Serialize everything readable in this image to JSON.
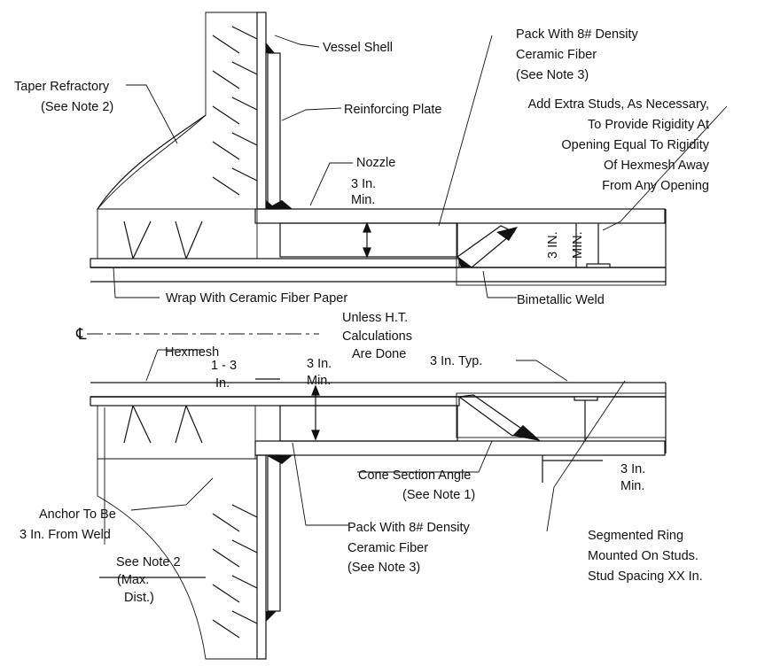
{
  "labels": {
    "vessel_shell": "Vessel Shell",
    "pack_top_1": "Pack With 8# Density",
    "pack_top_2": "Ceramic Fiber",
    "pack_top_3": "(See Note 3)",
    "taper_1": "Taper Refractory",
    "taper_2": "(See Note 2)",
    "add_studs_1": "Add Extra Studs, As Necessary,",
    "add_studs_2": "To Provide Rigidity At",
    "add_studs_3": "Opening Equal To Rigidity",
    "add_studs_4": "Of Hexmesh Away",
    "add_studs_5": "From Any Opening",
    "reinforcing_plate": "Reinforcing Plate",
    "nozzle": "Nozzle",
    "three_in_min_top_1": "3 In.",
    "three_in_min_top_2": "Min.",
    "three_in_min_vert_1": "3 IN.",
    "three_in_min_vert_2": "MIN.",
    "wrap_paper": "Wrap With Ceramic Fiber Paper",
    "bimetallic_weld": "Bimetallic Weld",
    "unless_1": "Unless H.T.",
    "unless_2": "Calculations",
    "unless_3": "Are Done",
    "centerline": "℄",
    "hexmesh": "Hexmesh",
    "one_three_1": "1 - 3",
    "one_three_2": "In.",
    "three_in_min_mid_1": "3 In.",
    "three_in_min_mid_2": "Min.",
    "three_in_typ": "3 In. Typ.",
    "cone_1": "Cone Section Angle",
    "cone_2": "(See Note 1)",
    "three_in_min_right_1": "3 In.",
    "three_in_min_right_2": "Min.",
    "anchor_1": "Anchor To Be",
    "anchor_2": "3 In. From Weld",
    "pack_bot_1": "Pack With 8# Density",
    "pack_bot_2": "Ceramic Fiber",
    "pack_bot_3": "(See Note 3)",
    "see_note2_1": "See Note 2",
    "see_note2_2": "(Max.",
    "see_note2_3": "Dist.)",
    "seg_1": "Segmented Ring",
    "seg_2": "Mounted On Studs.",
    "seg_3": "Stud Spacing XX In."
  }
}
